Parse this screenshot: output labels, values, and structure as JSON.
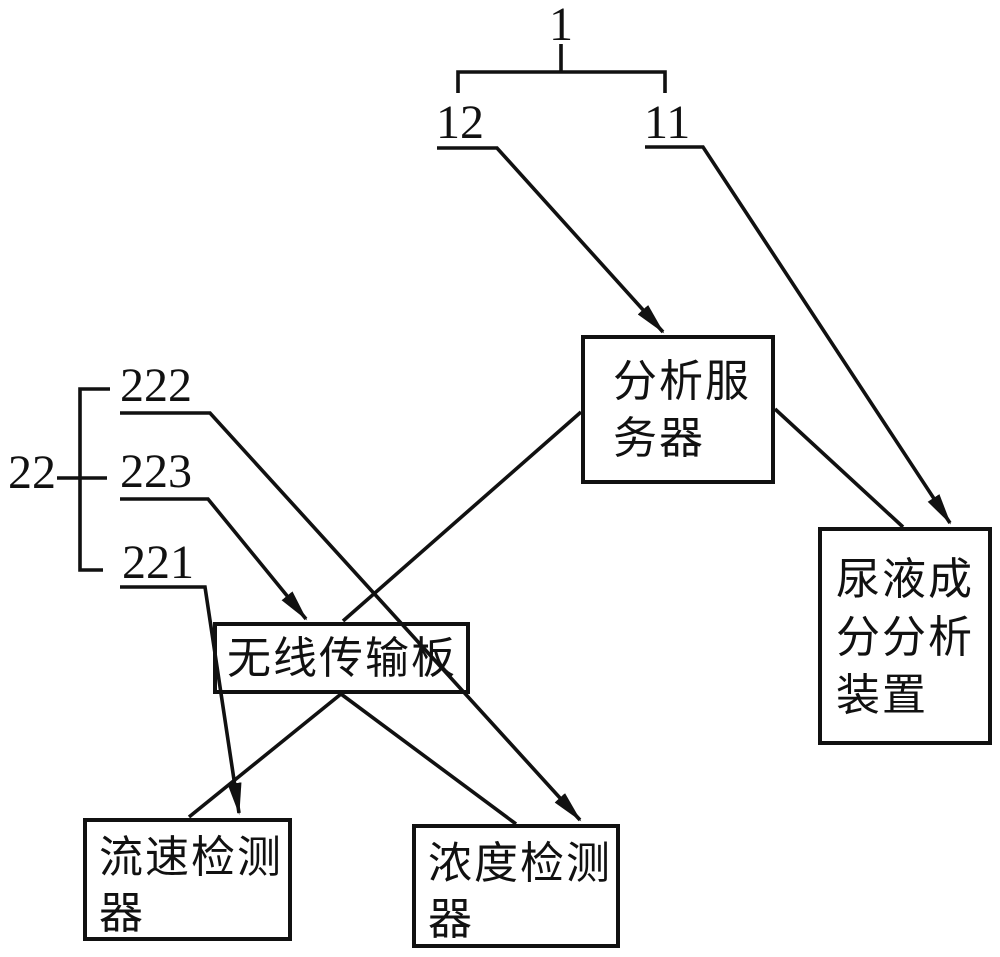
{
  "figure": {
    "background": "#ffffff",
    "line_color": "#111111"
  },
  "ref_labels": {
    "n1": "1",
    "n12": "12",
    "n11": "11",
    "n22": "22",
    "n222": "222",
    "n223": "223",
    "n221": "221"
  },
  "boxes": {
    "analysis_server": {
      "name": "分析服务器",
      "lines": [
        "分析服",
        "务器"
      ]
    },
    "urine_device": {
      "name": "尿液成分分析装置",
      "lines": [
        "尿液成",
        "分分析",
        "装置"
      ]
    },
    "wireless_board": {
      "name": "无线传输板",
      "lines": [
        "无线传输板"
      ]
    },
    "flow_detector": {
      "name": "流速检测器",
      "lines": [
        "流速检测",
        "器"
      ]
    },
    "concentration_detector": {
      "name": "浓度检测器",
      "lines": [
        "浓度检测",
        "器"
      ]
    }
  }
}
